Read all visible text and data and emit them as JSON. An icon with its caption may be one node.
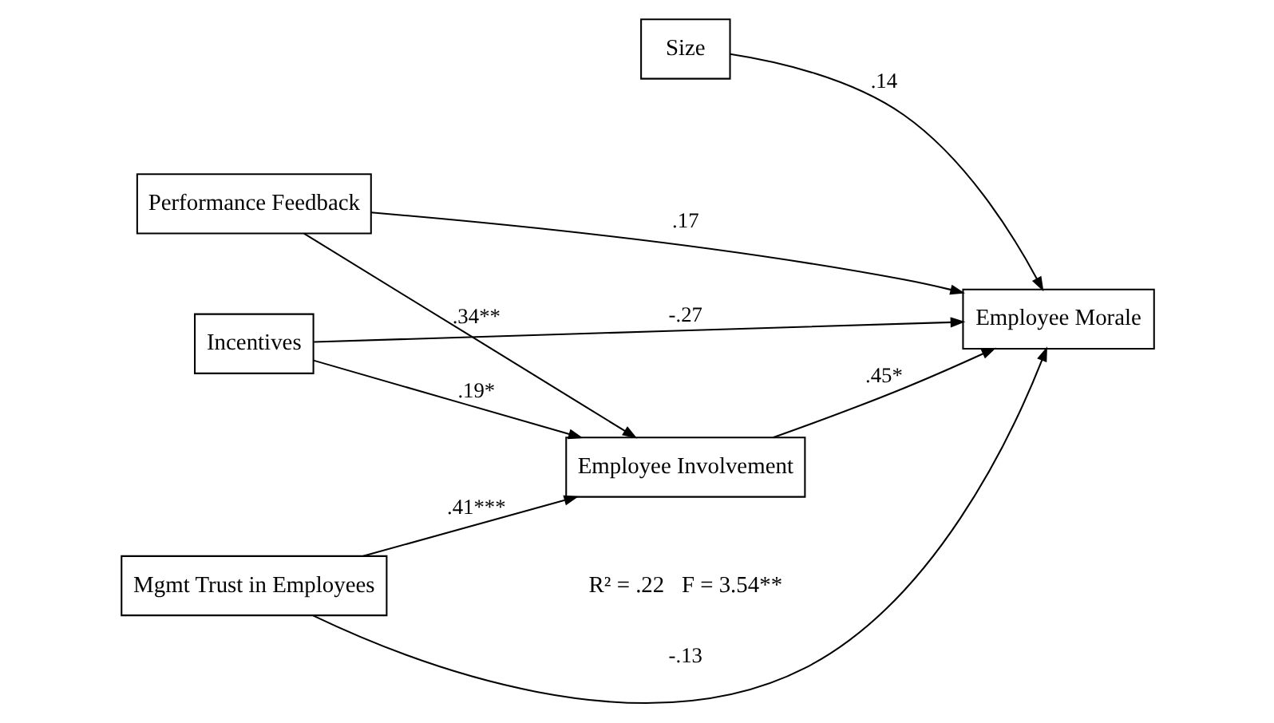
{
  "diagram": {
    "nodes": [
      {
        "text": [
          "Size"
        ]
      },
      {
        "text": [
          "Performance Feedback"
        ]
      },
      {
        "text": [
          "Incentives"
        ]
      },
      {
        "text": [
          "Employee Involvement"
        ]
      },
      {
        "text": [
          "Employee Morale"
        ]
      },
      {
        "text": [
          "Mgmt Trust in Employees"
        ]
      }
    ],
    "edges": [
      {
        "from": 1,
        "to": 3,
        "arrow": "to",
        "label": ".34**"
      },
      {
        "from": 1,
        "to": 4,
        "arrow": "to",
        "label": ".17"
      },
      {
        "from": 2,
        "to": 4,
        "arrow": "to",
        "label": "-.27"
      },
      {
        "from": 2,
        "to": 3,
        "arrow": "to",
        "label": ".19*"
      },
      {
        "from": 5,
        "to": 3,
        "arrow": "to",
        "label": ".41***"
      },
      {
        "from": 3,
        "to": 4,
        "arrow": "to",
        "label": ".45*"
      },
      {
        "from": 0,
        "to": 4,
        "arrow": "to",
        "label": ".14"
      },
      {
        "from": 5,
        "to": 4,
        "arrow": "to",
        "label": "-.13"
      }
    ],
    "labels": [
      "R² = .22   F = 3.54**"
    ]
  }
}
